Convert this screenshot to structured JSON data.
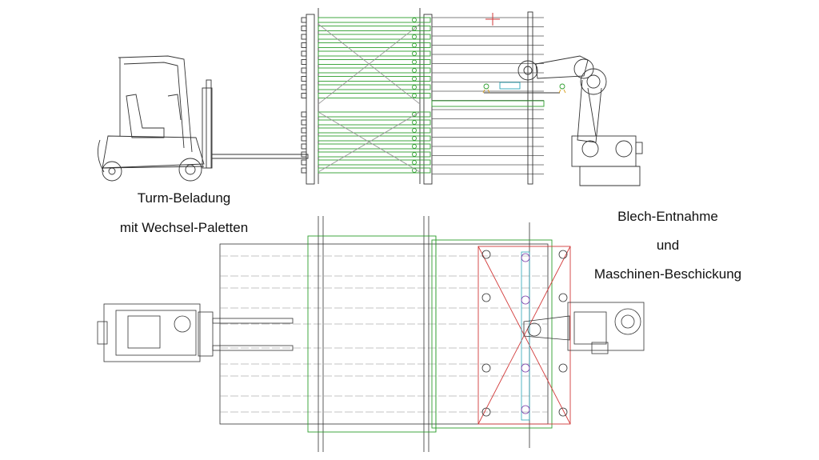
{
  "labels": {
    "left_line1": "Turm-Beladung",
    "left_line2": "mit Wechsel-Paletten",
    "right_line1": "Blech-Entnahme",
    "right_line2": "und",
    "right_line3": "Maschinen-Beschickung"
  },
  "colors": {
    "line": "#333333",
    "green": "#2e9e2e",
    "red": "#d23a3a",
    "cyan": "#2aa6b8",
    "purple": "#7a3aa8"
  },
  "components": [
    "forklift",
    "sheet-storage-tower",
    "robot-arm",
    "gripper-frame"
  ]
}
